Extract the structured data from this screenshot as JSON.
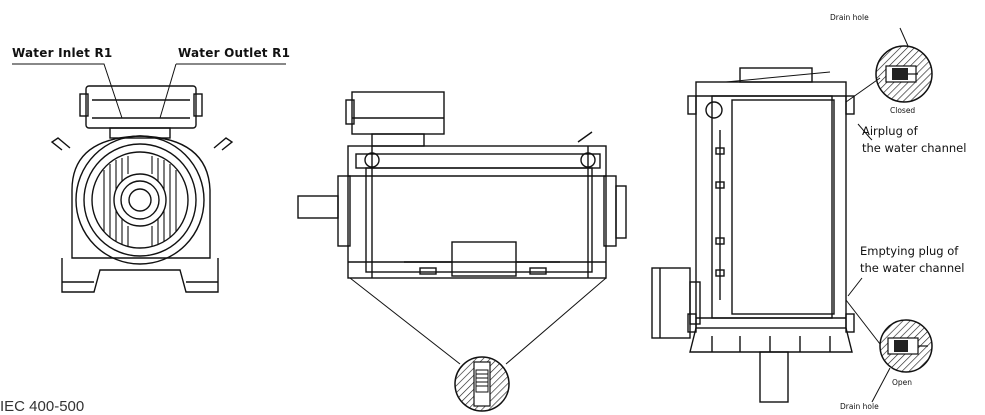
{
  "labels": {
    "water_inlet": "Water Inlet R1",
    "water_outlet": "Water Outlet R1",
    "drain_hole_top": "Drain hole",
    "closed": "Closed",
    "airplug_line1": "Airplug of",
    "airplug_line2": "the water channel",
    "emptying_line1": "Emptying plug of",
    "emptying_line2": "the water channel",
    "open": "Open",
    "drain_hole_bottom": "Drain hole",
    "caption": "IEC 400-500"
  }
}
